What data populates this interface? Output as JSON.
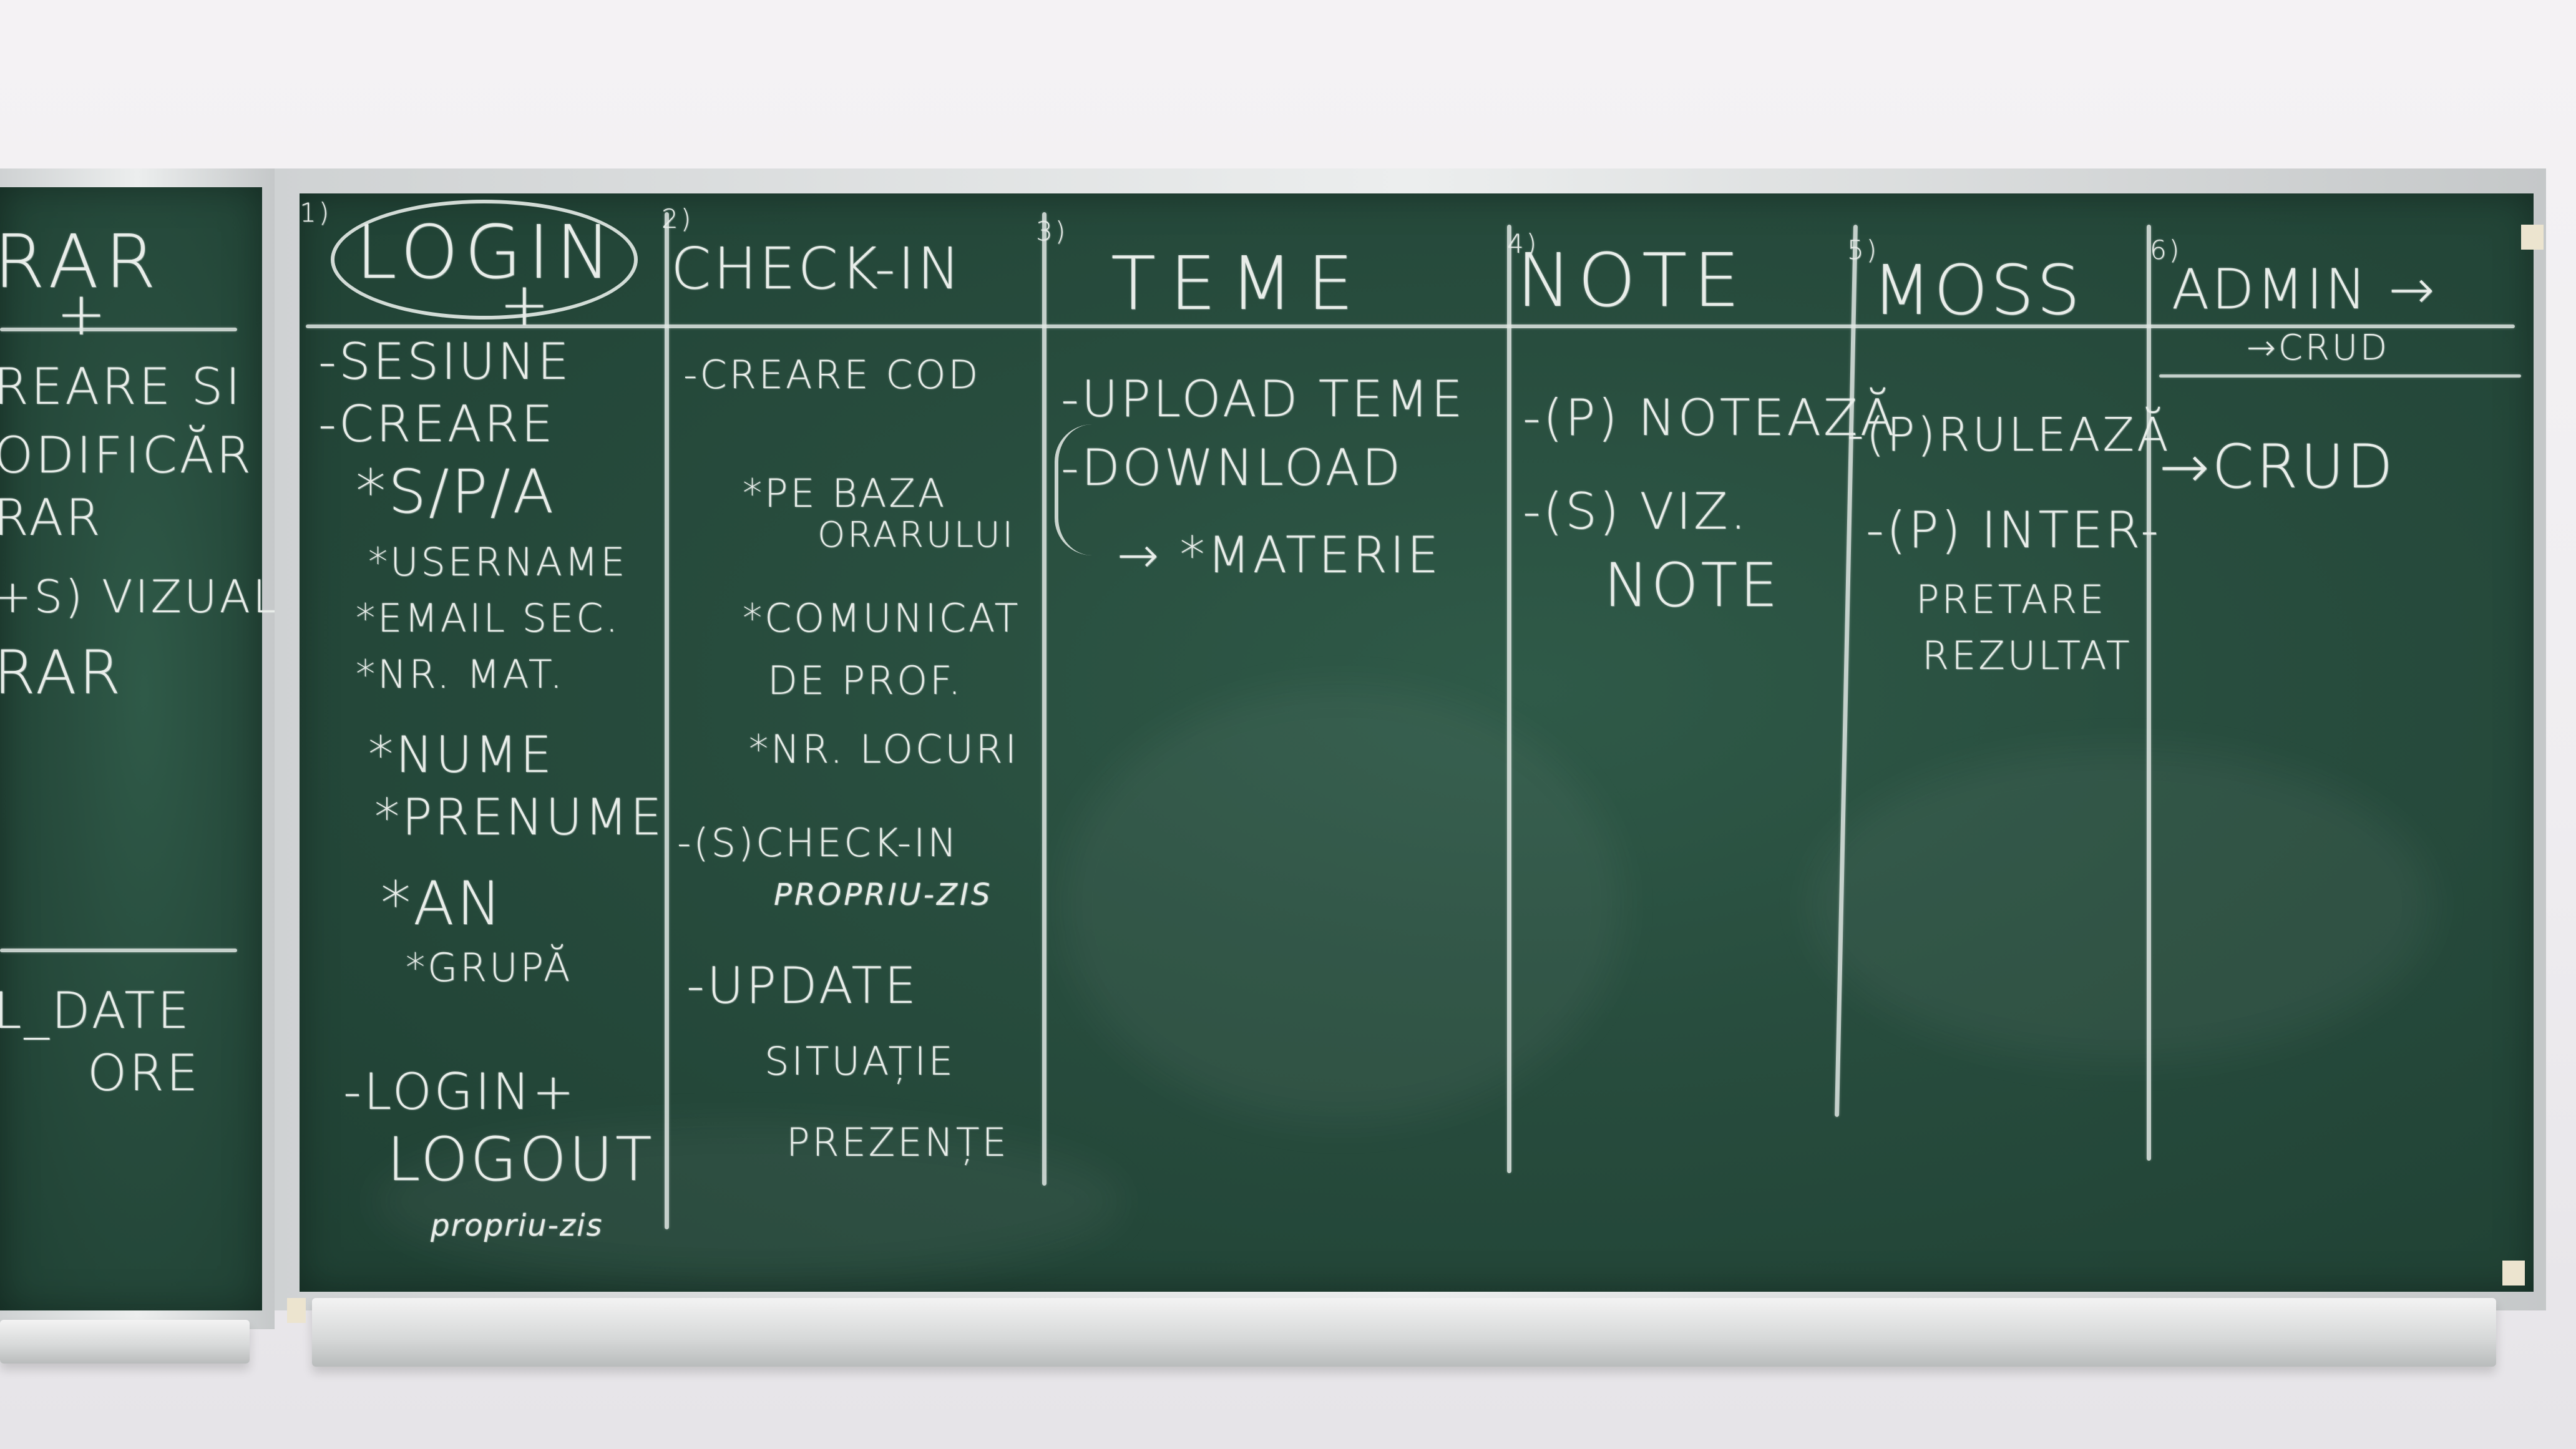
{
  "colors": {
    "board": "#284d3e",
    "chalk": "#e8ede9",
    "wall": "#f2f0f2",
    "frame": "#d6d8d9"
  },
  "left_board": {
    "lines": [
      "RAR",
      "+",
      "REARE SI",
      "ODIFICĂR",
      "RAR",
      "+S) VIZUAL",
      "RAR",
      "L_DATE",
      "ORE"
    ]
  },
  "columns": [
    {
      "number": "1)",
      "header": "LOGIN",
      "header_extra": "+",
      "items": [
        "-SESIUNE",
        "-CREARE",
        "*S/P/A",
        "*USERNAME",
        "*EMAIL SEC.",
        "*NR. MAT.",
        "*NUME",
        "*PRENUME",
        "*AN",
        "*GRUPĂ",
        "-LOGIN+",
        "LOGOUT",
        "propriu-zis"
      ]
    },
    {
      "number": "2)",
      "header": "CHECK-IN",
      "items": [
        "-CREARE COD",
        "*PE BAZA",
        "ORARULUI",
        "*COMUNICAT",
        "DE PROF.",
        "*NR. LOCURI",
        "-(S)CHECK-IN",
        "PROPRIU-ZIS",
        "-UPDATE",
        "SITUAȚIE",
        "PREZENȚE"
      ]
    },
    {
      "number": "3)",
      "header": "TEME",
      "items": [
        "-UPLOAD TEME",
        "-DOWNLOAD",
        "→ *MATERIE"
      ]
    },
    {
      "number": "4)",
      "header": "NOTE",
      "items": [
        "-(P) NOTEAZĂ",
        "-(S) VIZ.",
        "NOTE"
      ]
    },
    {
      "number": "5)",
      "header": "MOSS",
      "items": [
        "-(P)RULEAZĂ",
        "-(P) INTER-",
        "PRETARE",
        "REZULTAT"
      ]
    },
    {
      "number": "6)",
      "header": "ADMIN →",
      "header_sub": "→CRUD",
      "items": [
        "→CRUD"
      ]
    }
  ]
}
